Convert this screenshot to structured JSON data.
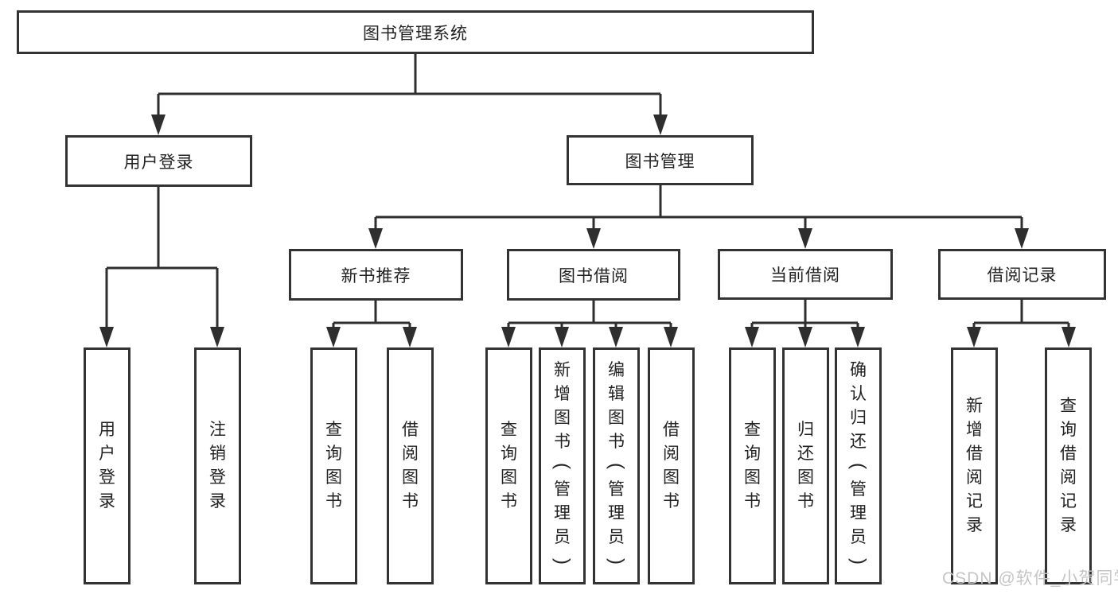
{
  "colors": {
    "line": "#2e2e2e",
    "box_border": "#333333",
    "text": "#222222",
    "watermark_text": "#c5c5c5",
    "background": "#ffffff"
  },
  "watermark": {
    "text": "CSDN @软件_小贺同学"
  },
  "tree": {
    "root": {
      "label": "图书管理系统"
    },
    "level2": [
      {
        "label": "用户登录",
        "children": [
          {
            "label": "用户登录"
          },
          {
            "label": "注销登录"
          }
        ]
      },
      {
        "label": "图书管理",
        "groups": [
          {
            "label": "新书推荐",
            "children": [
              {
                "label": "查询图书"
              },
              {
                "label": "借阅图书"
              }
            ]
          },
          {
            "label": "图书借阅",
            "children": [
              {
                "label": "查询图书"
              },
              {
                "label": "新增图书（管理员）"
              },
              {
                "label": "编辑图书（管理员）"
              },
              {
                "label": "借阅图书"
              }
            ]
          },
          {
            "label": "当前借阅",
            "children": [
              {
                "label": "查询图书"
              },
              {
                "label": "归还图书"
              },
              {
                "label": "确认归还（管理员）"
              }
            ]
          },
          {
            "label": "借阅记录",
            "children": [
              {
                "label": "新增借阅记录"
              },
              {
                "label": "查询借阅记录"
              }
            ]
          }
        ]
      }
    ]
  }
}
